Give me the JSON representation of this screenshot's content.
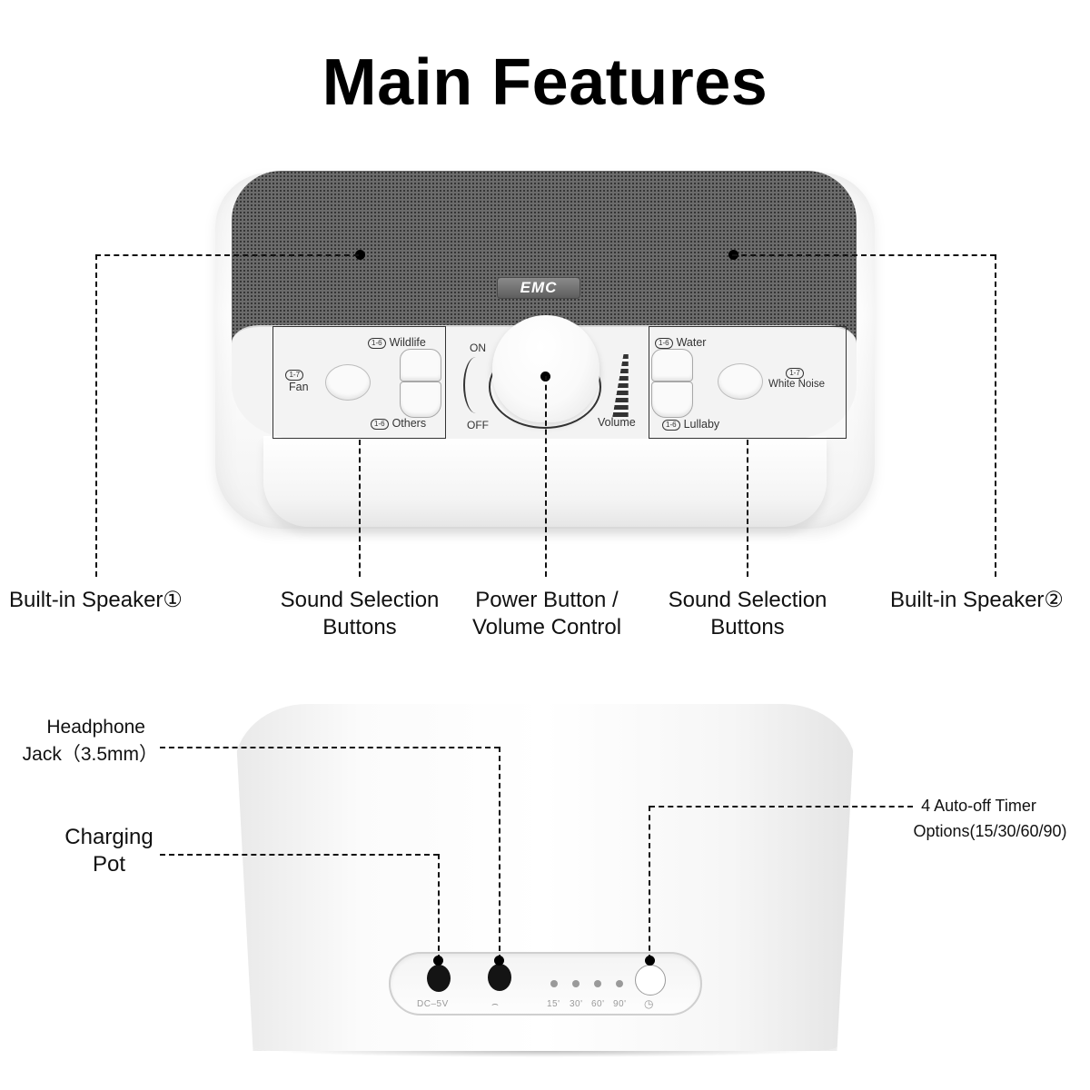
{
  "title": "Main Features",
  "front_device": {
    "brand_logo": "EMC",
    "knob": {
      "on_label": "ON",
      "off_label": "OFF",
      "volume_label": "Volume"
    },
    "left_group": {
      "fan": {
        "label": "Fan",
        "range": "1-7"
      },
      "wildlife": {
        "label": "Wildlife",
        "range": "1-6"
      },
      "others": {
        "label": "Others",
        "range": "1-6"
      }
    },
    "right_group": {
      "water": {
        "label": "Water",
        "range": "1-6"
      },
      "lullaby": {
        "label": "Lullaby",
        "range": "1-6"
      },
      "white_noise": {
        "label": "White Noise",
        "range": "1-7"
      }
    }
  },
  "front_callouts": {
    "speaker_1": "Built-in Speaker①",
    "sound_selection_left": {
      "line1": "Sound Selection",
      "line2": "Buttons"
    },
    "power_volume": {
      "line1": "Power Button /",
      "line2": "Volume Control"
    },
    "sound_selection_right": {
      "line1": "Sound Selection",
      "line2": "Buttons"
    },
    "speaker_2": "Built-in Speaker②"
  },
  "back_device": {
    "dc_label": "DC–5V",
    "headphone_icon": "headphone-icon",
    "timer_leds": [
      "15'",
      "30'",
      "60'",
      "90'"
    ],
    "timer_icon": "clock-icon"
  },
  "back_callouts": {
    "headphone_jack": {
      "line1": "Headphone",
      "line2": "Jack（3.5mm）"
    },
    "charging_port": {
      "line1": "Charging",
      "line2": "Pot"
    },
    "timer": {
      "line1": "4 Auto-off Timer",
      "line2": "Options(15/30/60/90)"
    }
  }
}
